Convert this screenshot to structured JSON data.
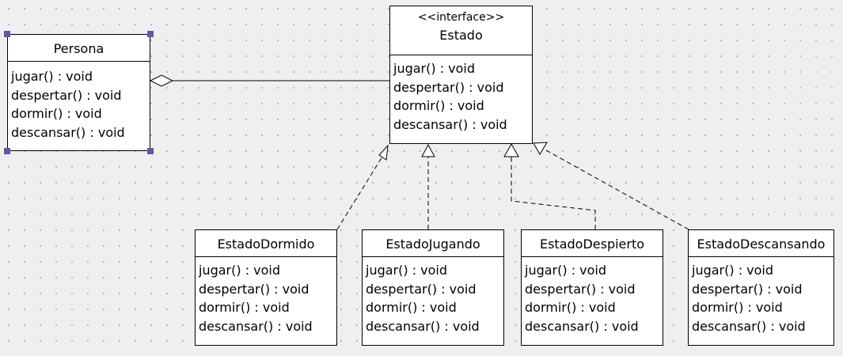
{
  "classes": {
    "persona": {
      "name": "Persona",
      "operations": [
        "jugar() : void",
        "despertar() : void",
        "dormir() : void",
        "descansar() : void"
      ]
    },
    "estado": {
      "stereotype": "<<interface>>",
      "name": "Estado",
      "operations": [
        "jugar() : void",
        "despertar() : void",
        "dormir() : void",
        "descansar() : void"
      ]
    },
    "estado_dormido": {
      "name": "EstadoDormido",
      "operations": [
        "jugar() : void",
        "despertar() : void",
        "dormir() : void",
        "descansar() : void"
      ]
    },
    "estado_jugando": {
      "name": "EstadoJugando",
      "operations": [
        "jugar() : void",
        "despertar() : void",
        "dormir() : void",
        "descansar() : void"
      ]
    },
    "estado_despierto": {
      "name": "EstadoDespierto",
      "operations": [
        "jugar() : void",
        "despertar() : void",
        "dormir() : void",
        "descansar() : void"
      ]
    },
    "estado_descansando": {
      "name": "EstadoDescansando",
      "operations": [
        "jugar() : void",
        "despertar() : void",
        "dormir() : void",
        "descansar() : void"
      ]
    }
  },
  "relations": [
    {
      "type": "aggregation",
      "from": "persona",
      "to": "estado"
    },
    {
      "type": "realization",
      "from": "estado_dormido",
      "to": "estado"
    },
    {
      "type": "realization",
      "from": "estado_jugando",
      "to": "estado"
    },
    {
      "type": "realization",
      "from": "estado_despierto",
      "to": "estado"
    },
    {
      "type": "realization",
      "from": "estado_descansando",
      "to": "estado"
    }
  ]
}
